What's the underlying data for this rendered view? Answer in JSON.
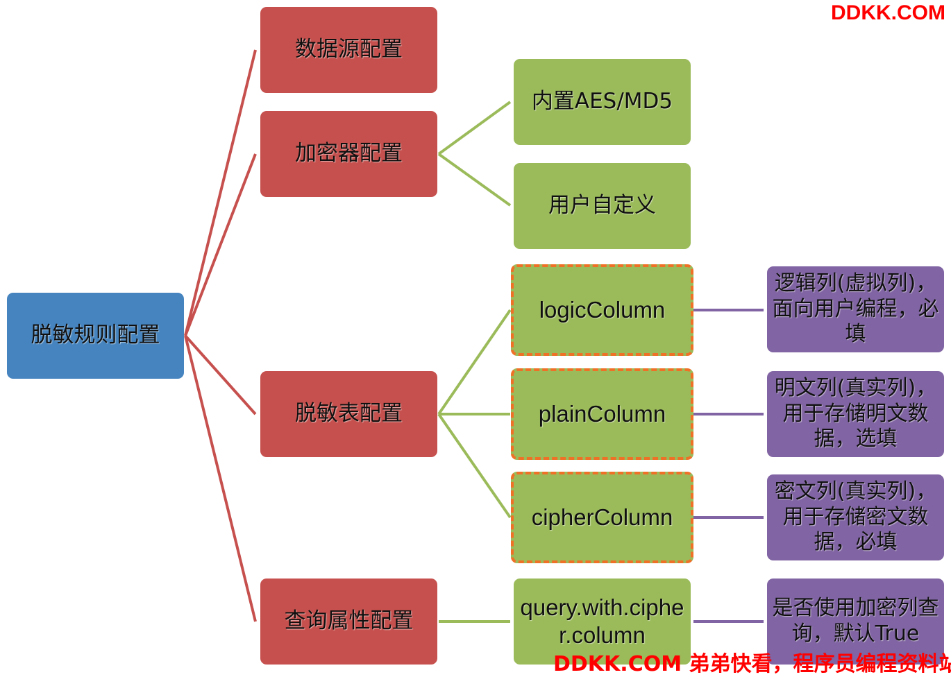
{
  "root": {
    "label": "脱敏规则配置"
  },
  "level1": [
    {
      "label": "数据源配置"
    },
    {
      "label": "加密器配置"
    },
    {
      "label": "脱敏表配置"
    },
    {
      "label": "查询属性配置"
    }
  ],
  "level2": [
    {
      "label": "内置AES/MD5"
    },
    {
      "label": "用户自定义"
    },
    {
      "label": "logicColumn"
    },
    {
      "label": "plainColumn"
    },
    {
      "label": "cipherColumn"
    },
    {
      "label": "query.with.cipher.column"
    }
  ],
  "level3": [
    {
      "label": "逻辑列(虚拟列)，面向用户编程，必填"
    },
    {
      "label": "明文列(真实列)，用于存储明文数据，选填"
    },
    {
      "label": "密文列(真实列)，用于存储密文数据，必填"
    },
    {
      "label": "是否使用加密列查询，默认True"
    }
  ],
  "watermark": {
    "top": "DDKK.COM",
    "bottom": "DDKK.COM 弟弟快看，程序员编程资料站"
  },
  "colors": {
    "root": "#4584bf",
    "level1": "#c6504d",
    "level2": "#9bbb5a",
    "level2_dashed_border": "#ef7127",
    "level3": "#8064a3",
    "watermark": "#ff0000"
  }
}
